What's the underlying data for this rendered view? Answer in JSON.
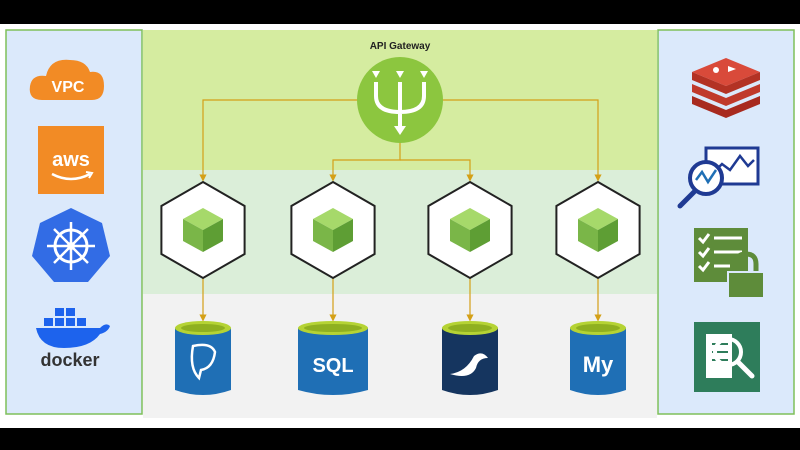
{
  "gateway": {
    "title": "API Gateway"
  },
  "left_panel": {
    "items": [
      {
        "label": "VPC",
        "icon": "aws-vpc-cloud-icon"
      },
      {
        "label": "aws",
        "icon": "aws-logo-icon"
      },
      {
        "label": "",
        "icon": "kubernetes-helm-icon"
      },
      {
        "label": "docker",
        "icon": "docker-whale-icon"
      }
    ]
  },
  "right_panel": {
    "items": [
      {
        "icon": "redis-stack-icon"
      },
      {
        "icon": "monitoring-search-chart-icon"
      },
      {
        "icon": "security-checklist-lock-icon"
      },
      {
        "icon": "document-search-icon"
      }
    ]
  },
  "services": [
    {
      "icon": "microservice-cube-icon"
    },
    {
      "icon": "microservice-cube-icon"
    },
    {
      "icon": "microservice-cube-icon"
    },
    {
      "icon": "microservice-cube-icon"
    }
  ],
  "databases": [
    {
      "icon": "postgresql-database-icon",
      "label": ""
    },
    {
      "icon": "sql-database-icon",
      "label": "SQL"
    },
    {
      "icon": "mariadb-database-icon",
      "label": ""
    },
    {
      "icon": "mysql-database-icon",
      "label": "My"
    }
  ],
  "colors": {
    "panel_bg": "#dbe9fb",
    "panel_border": "#7fbf5a",
    "gateway_zone": "#d5eca0",
    "service_zone": "#dbeed9",
    "db_zone": "#f2f2f2",
    "gateway_green": "#8cc63f",
    "connector_orange": "#d4a017",
    "aws_orange": "#f28b25",
    "kubernetes_blue": "#326ce5",
    "docker_blue": "#1d63ed",
    "redis_red": "#c0392b",
    "db_blue": "#1f6fb5",
    "db_navy": "#15355f",
    "lime_top": "#b5d334"
  }
}
